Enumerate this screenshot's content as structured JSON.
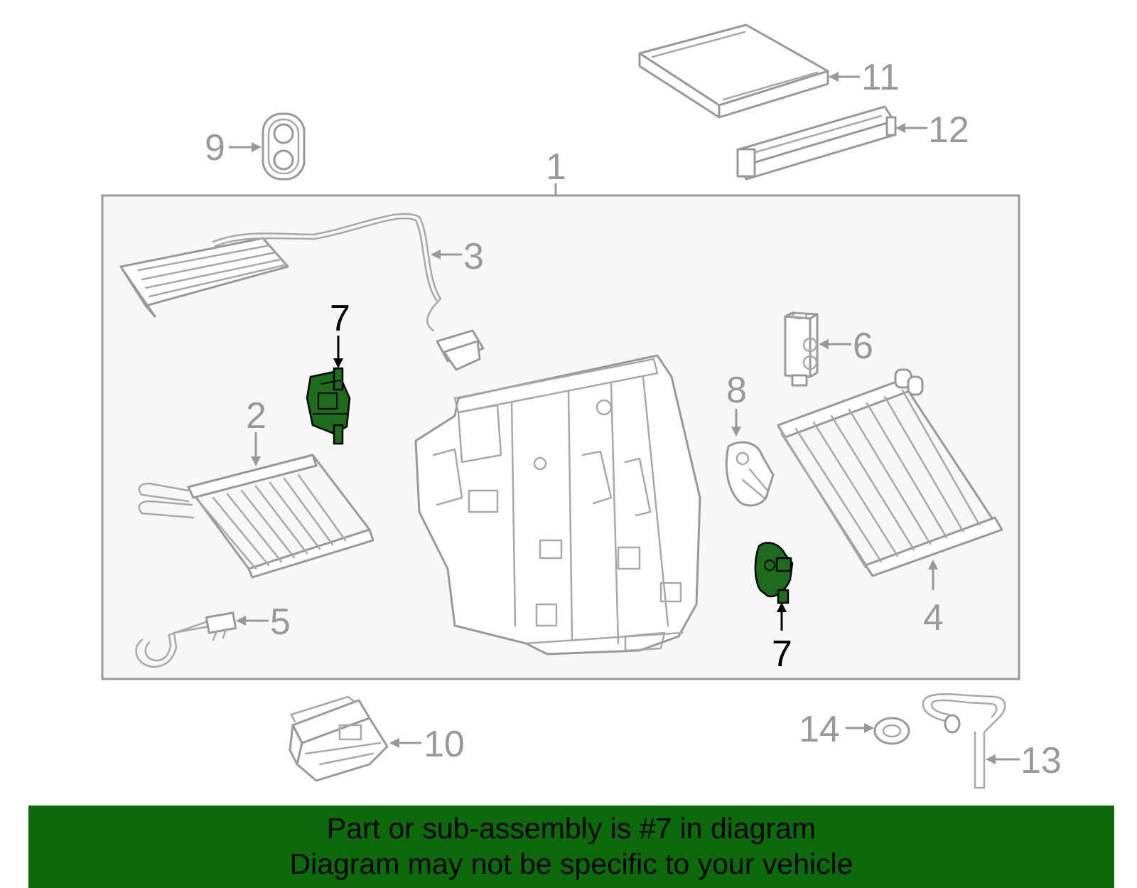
{
  "diagram": {
    "callouts": {
      "c1": "1",
      "c2": "2",
      "c3": "3",
      "c4": "4",
      "c5": "5",
      "c6": "6",
      "c7a": "7",
      "c7b": "7",
      "c8": "8",
      "c9": "9",
      "c10": "10",
      "c11": "11",
      "c12": "12",
      "c13": "13",
      "c14": "14"
    },
    "highlight_color": "#1f6b1c"
  },
  "banner": {
    "line1": "Part or sub-assembly is #7 in diagram",
    "line2": "Diagram may not be specific to your vehicle",
    "background": "#0c6a0a"
  }
}
